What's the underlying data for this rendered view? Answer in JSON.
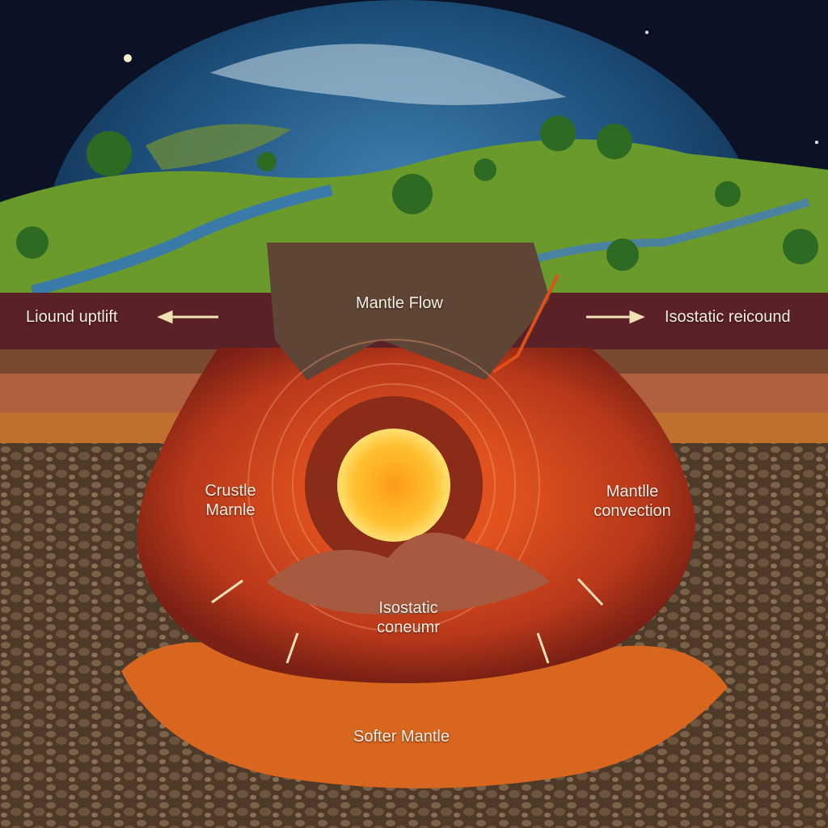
{
  "labels": {
    "top_left": "Liound uptlift",
    "top_center": "Mantle Flow",
    "top_right": "Isostatic reicound",
    "left_line1": "Crustle",
    "left_line2": "Marnle",
    "right_line1": "Mantlle",
    "right_line2": "convection",
    "center_line1": "Isostatic",
    "center_line2": "coneumr",
    "bottom": "Softer Mantle"
  },
  "colors": {
    "space": "#0a0f1e",
    "ocean": "#1d5a8a",
    "grass": "#6a9a2c",
    "crust": "#5a2a24",
    "mantle": "#c8401a",
    "core": "#ffb020",
    "ground": "#5b4632"
  }
}
